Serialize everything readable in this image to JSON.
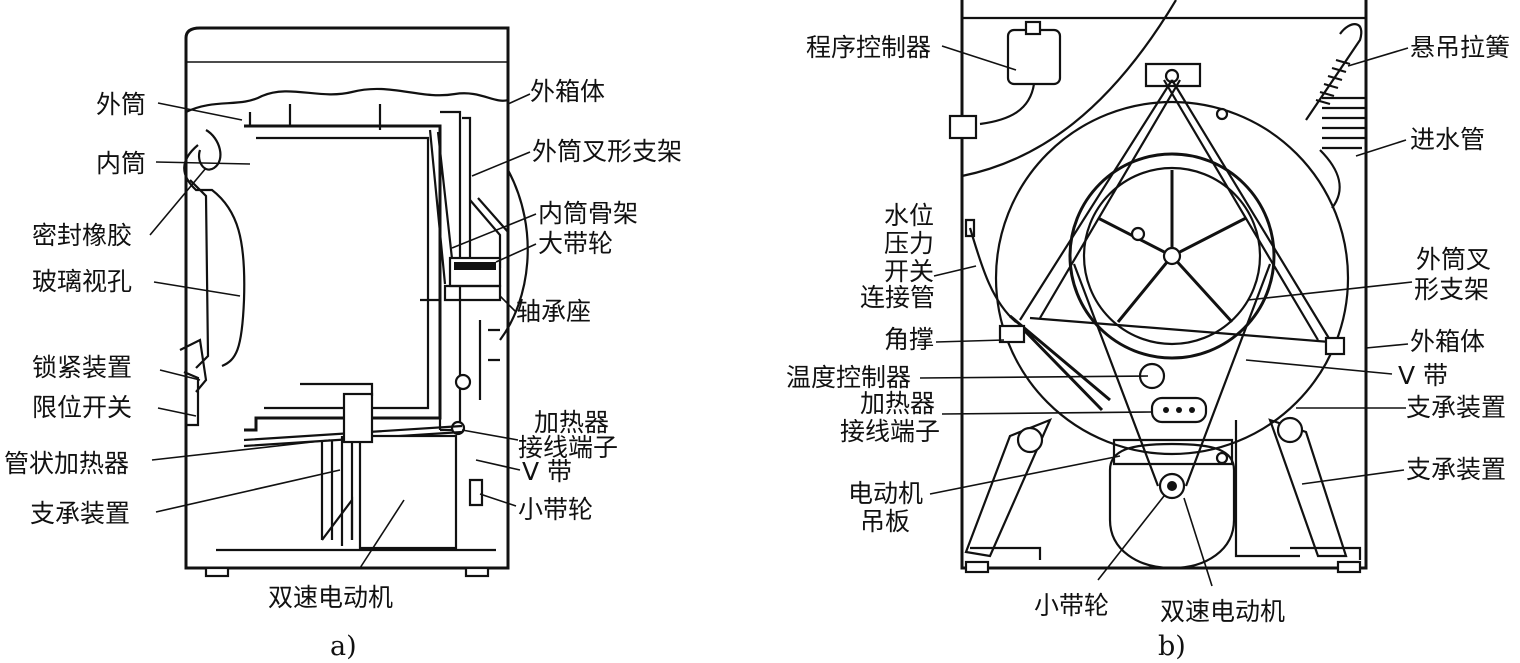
{
  "panel_a": {
    "caption": "a)",
    "labels": {
      "outer_tub": "外筒",
      "inner_tub": "内筒",
      "seal_rubber": "密封橡胶",
      "glass_window": "玻璃视孔",
      "lock_device": "锁紧装置",
      "limit_switch": "限位开关",
      "tube_heater": "管状加热器",
      "support_device": "支承装置",
      "cabinet": "外箱体",
      "outer_tub_bracket": "外筒叉形支架",
      "inner_tub_frame": "内筒骨架",
      "big_pulley": "大带轮",
      "bearing_seat": "轴承座",
      "heater_terminal_1": "加热器",
      "heater_terminal_2": "接线端子",
      "v_belt": "V 带",
      "small_pulley": "小带轮",
      "motor": "双速电动机"
    }
  },
  "panel_b": {
    "caption": "b)",
    "labels": {
      "program_controller": "程序控制器",
      "suspension_spring": "悬吊拉簧",
      "inlet_pipe": "进水管",
      "level_switch_1": "水位",
      "level_switch_2": "压力",
      "level_switch_3": "开关",
      "connecting_pipe": "连接管",
      "corner_brace": "角撑",
      "thermostat": "温度控制器",
      "heater_terminal_1": "加热器",
      "heater_terminal_2": "接线端子",
      "motor_plate_1": "电动机",
      "motor_plate_2": "吊板",
      "outer_tub_bracket_1": "外筒叉",
      "outer_tub_bracket_2": "形支架",
      "cabinet": "外箱体",
      "v_belt": "V 带",
      "support_device_1": "支承装置",
      "support_device_2": "支承装置",
      "small_pulley": "小带轮",
      "motor": "双速电动机"
    }
  }
}
